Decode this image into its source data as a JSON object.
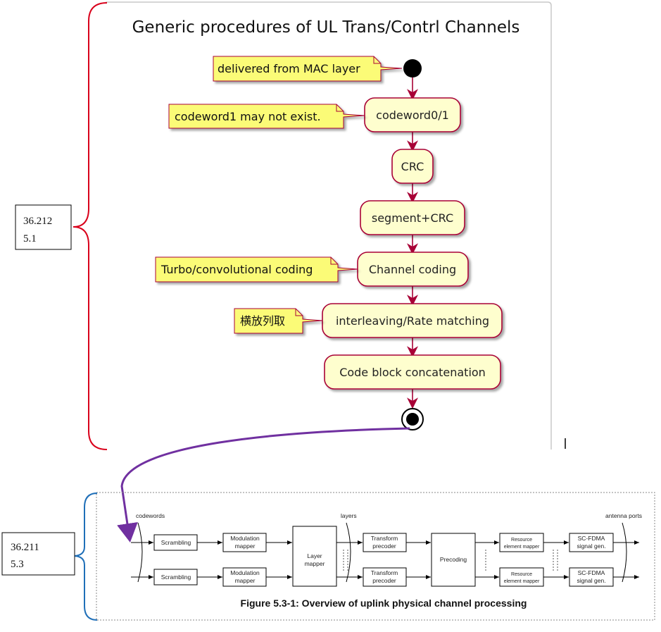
{
  "activity": {
    "title": "Generic procedures of UL Trans/Contrl Channels",
    "nodes": [
      "codeword0/1",
      "CRC",
      "segment+CRC",
      "Channel coding",
      "interleaving/Rate matching",
      "Code block concatenation"
    ],
    "notes": [
      "delivered from MAC layer",
      "codeword1 may not exist.",
      "Turbo/convolutional coding",
      "横放列取"
    ]
  },
  "refs": {
    "top": {
      "line1": "36.212",
      "line2": "5.1"
    },
    "bottom": {
      "line1": "36.211",
      "line2": "5.3"
    }
  },
  "uplink": {
    "labels": {
      "codewords": "codewords",
      "layers": "layers",
      "antenna_ports": "antenna ports"
    },
    "scrambling": "Scrambling",
    "modulation": [
      "Modulation",
      "mapper"
    ],
    "layer_mapper": [
      "Layer",
      "mapper"
    ],
    "transform": [
      "Transform",
      "precoder"
    ],
    "precoding": "Precoding",
    "resource": [
      "Resource",
      "element mapper"
    ],
    "scfdma": [
      "SC-FDMA",
      "signal gen."
    ],
    "caption": "Figure 5.3-1: Overview of uplink physical channel processing"
  },
  "colors": {
    "node_fill": "#fefece",
    "node_stroke": "#a80036",
    "note_fill": "#fbfb77",
    "red_brace": "#d9001b",
    "blue_brace": "#1f6fb8",
    "connector": "#7030a0"
  }
}
